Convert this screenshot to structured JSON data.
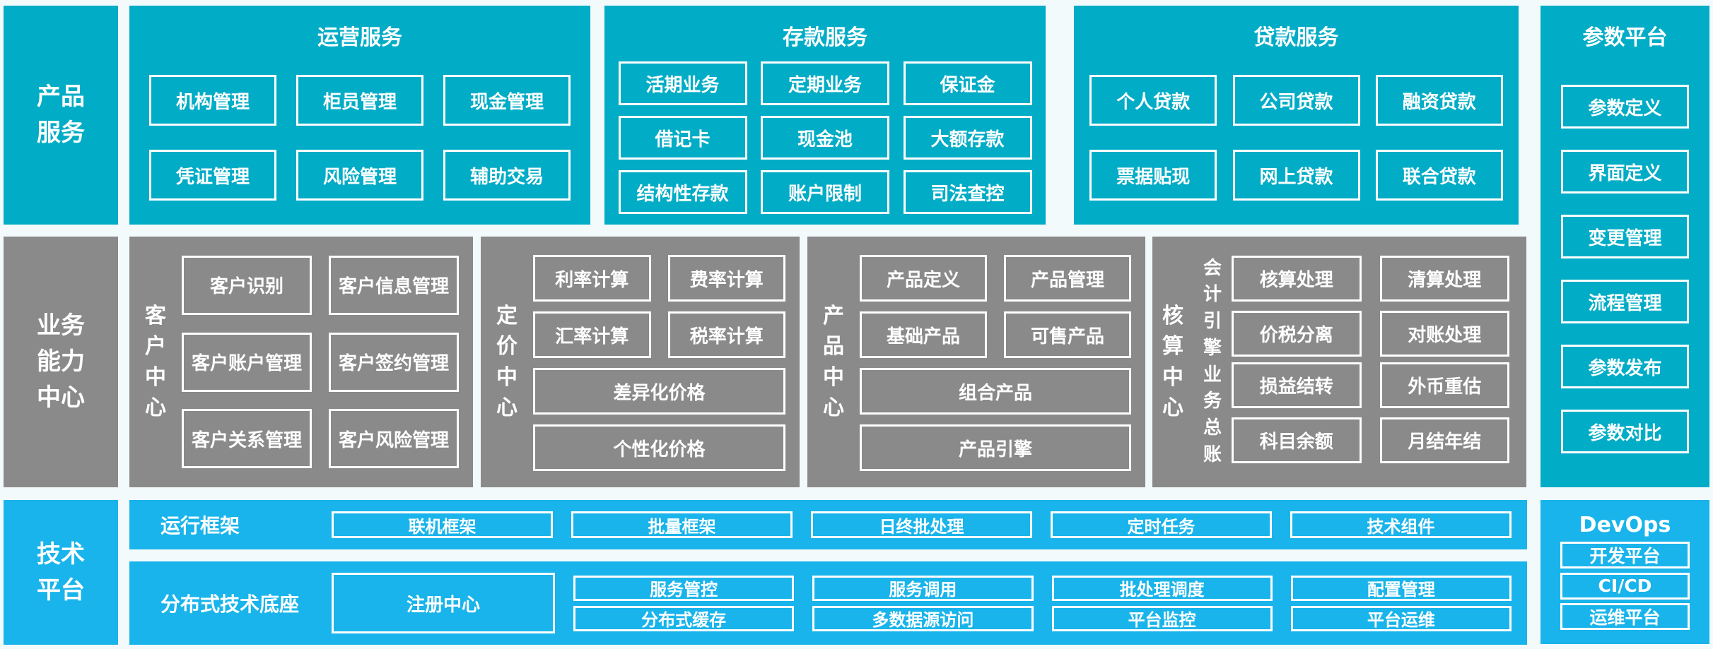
{
  "palette": {
    "teal": "#00acc6",
    "gray": "#8a8a8a",
    "blue": "#19b4eb",
    "background": "#f3fafb",
    "text": "#ffffff"
  },
  "left_labels": {
    "product_services": "产品服务",
    "business_center": "业务能力中心",
    "tech_platform": "技术平台"
  },
  "operation_services": {
    "title": "运营服务",
    "items": [
      "机构管理",
      "柜员管理",
      "现金管理",
      "凭证管理",
      "风险管理",
      "辅助交易"
    ]
  },
  "deposit_services": {
    "title": "存款服务",
    "items": [
      "活期业务",
      "定期业务",
      "保证金",
      "借记卡",
      "现金池",
      "大额存款",
      "结构性存款",
      "账户限制",
      "司法查控"
    ]
  },
  "loan_services": {
    "title": "贷款服务",
    "items": [
      "个人贷款",
      "公司贷款",
      "融资贷款",
      "票据贴现",
      "网上贷款",
      "联合贷款"
    ]
  },
  "param_platform": {
    "title": "参数平台",
    "items": [
      "参数定义",
      "界面定义",
      "变更管理",
      "流程管理",
      "参数发布",
      "参数对比"
    ]
  },
  "customer_center": {
    "label": "客户中心",
    "items": [
      "客户识别",
      "客户信息管理",
      "客户账户管理",
      "客户签约管理",
      "客户关系管理",
      "客户风险管理"
    ]
  },
  "pricing_center": {
    "label": "定价中心",
    "items_small": [
      "利率计算",
      "费率计算",
      "汇率计算",
      "税率计算"
    ],
    "items_wide": [
      "差异化价格",
      "个性化价格"
    ]
  },
  "product_center": {
    "label": "产品中心",
    "items_small": [
      "产品定义",
      "产品管理",
      "基础产品",
      "可售产品"
    ],
    "items_wide": [
      "组合产品",
      "产品引擎"
    ]
  },
  "accounting_center": {
    "label": "核算中心",
    "subgroups": [
      {
        "label": "会计引擎",
        "items": [
          "核算处理",
          "清算处理",
          "价税分离",
          "对账处理"
        ]
      },
      {
        "label": "业务总账",
        "items": [
          "损益结转",
          "外币重估",
          "科目余额",
          "月结年结"
        ]
      }
    ]
  },
  "run_framework": {
    "label": "运行框架",
    "items": [
      "联机框架",
      "批量框架",
      "日终批处理",
      "定时任务",
      "技术组件"
    ]
  },
  "distributed_base": {
    "label": "分布式技术底座",
    "registry": "注册中心",
    "items": [
      "服务管控",
      "服务调用",
      "批处理调度",
      "配置管理",
      "分布式缓存",
      "多数据源访问",
      "平台监控",
      "平台运维"
    ]
  },
  "devops": {
    "title": "DevOps",
    "items": [
      "开发平台",
      "CI/CD",
      "运维平台"
    ]
  }
}
